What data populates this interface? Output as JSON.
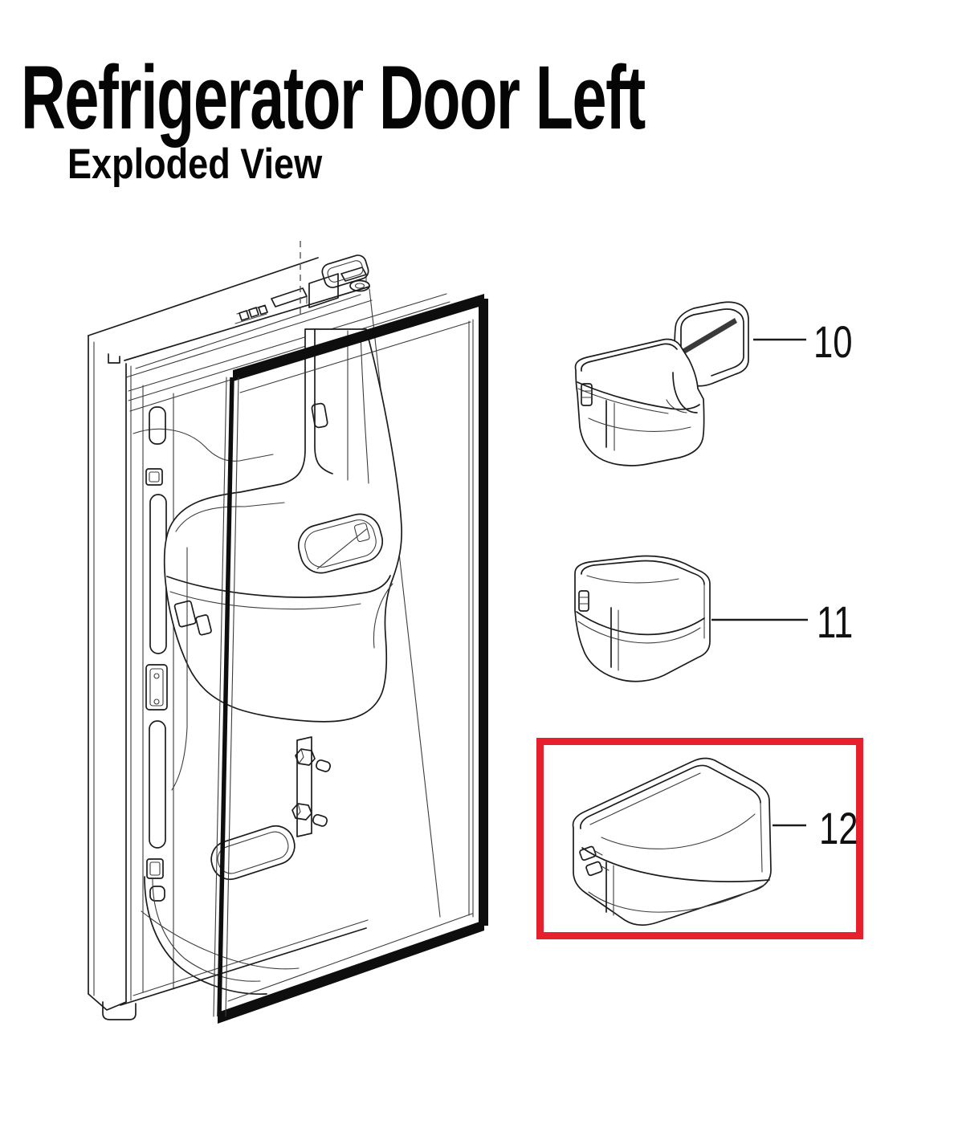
{
  "page": {
    "title": "Refrigerator Door Left",
    "subtitle": "Exploded View"
  },
  "diagram": {
    "parts": [
      {
        "number": "10",
        "highlighted": false
      },
      {
        "number": "11",
        "highlighted": false
      },
      {
        "number": "12",
        "highlighted": true
      }
    ],
    "colors": {
      "highlight_box": "#e6202c",
      "line_art": "#1c1c1c"
    }
  }
}
